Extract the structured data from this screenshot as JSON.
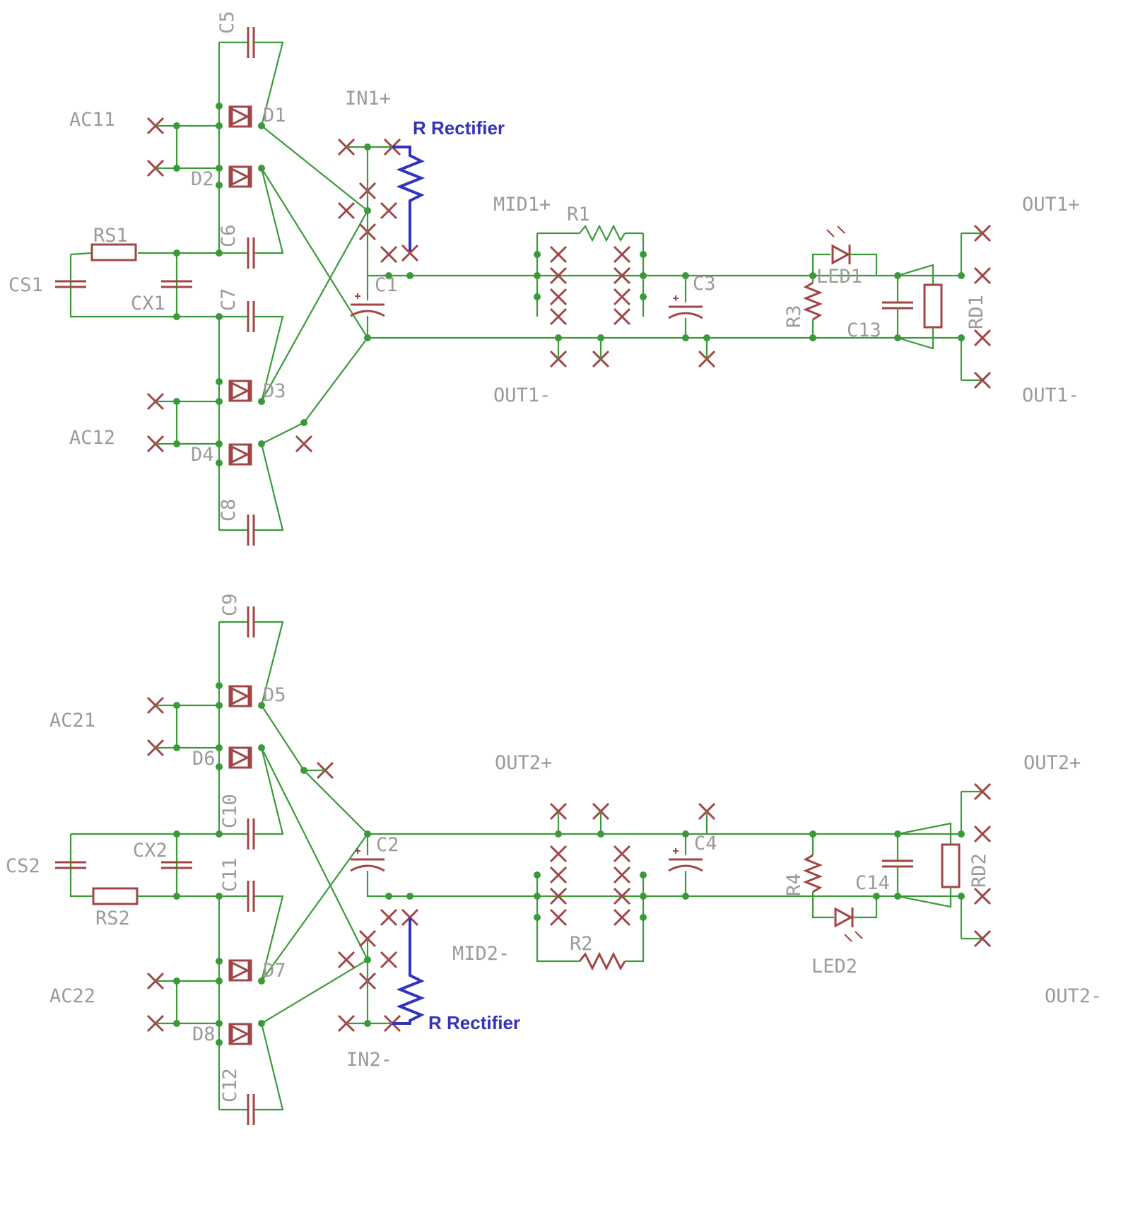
{
  "labels": {
    "ac11": "AC11",
    "ac12": "AC12",
    "ac21": "AC21",
    "ac22": "AC22",
    "cs1": "CS1",
    "cs2": "CS2",
    "rs1": "RS1",
    "rs2": "RS2",
    "cx1": "CX1",
    "cx2": "CX2",
    "c1": "C1",
    "c2": "C2",
    "c3": "C3",
    "c4": "C4",
    "c5": "C5",
    "c6": "C6",
    "c7": "C7",
    "c8": "C8",
    "c9": "C9",
    "c10": "C10",
    "c11": "C11",
    "c12": "C12",
    "c13": "C13",
    "c14": "C14",
    "d1": "D1",
    "d2": "D2",
    "d3": "D3",
    "d4": "D4",
    "d5": "D5",
    "d6": "D6",
    "d7": "D7",
    "d8": "D8",
    "r1": "R1",
    "r2": "R2",
    "r3": "R3",
    "r4": "R4",
    "rd1": "RD1",
    "rd2": "RD2",
    "led1": "LED1",
    "led2": "LED2",
    "in1_plus": "IN1+",
    "in2_minus": "IN2-",
    "mid1_plus": "MID1+",
    "mid2_minus": "MID2-",
    "out1_minus_mid": "OUT1-",
    "out2_plus_mid": "OUT2+",
    "out1_plus": "OUT1+",
    "out1_minus": "OUT1-",
    "out2_plus": "OUT2+",
    "out2_minus": "OUT2-",
    "r_rectifier_top": "R Rectifier",
    "r_rectifier_bottom": "R Rectifier"
  },
  "colors": {
    "wire": "#3a9a3a",
    "component": "#a14545",
    "highlight": "#3333bb",
    "label": "#9a9a9a"
  }
}
